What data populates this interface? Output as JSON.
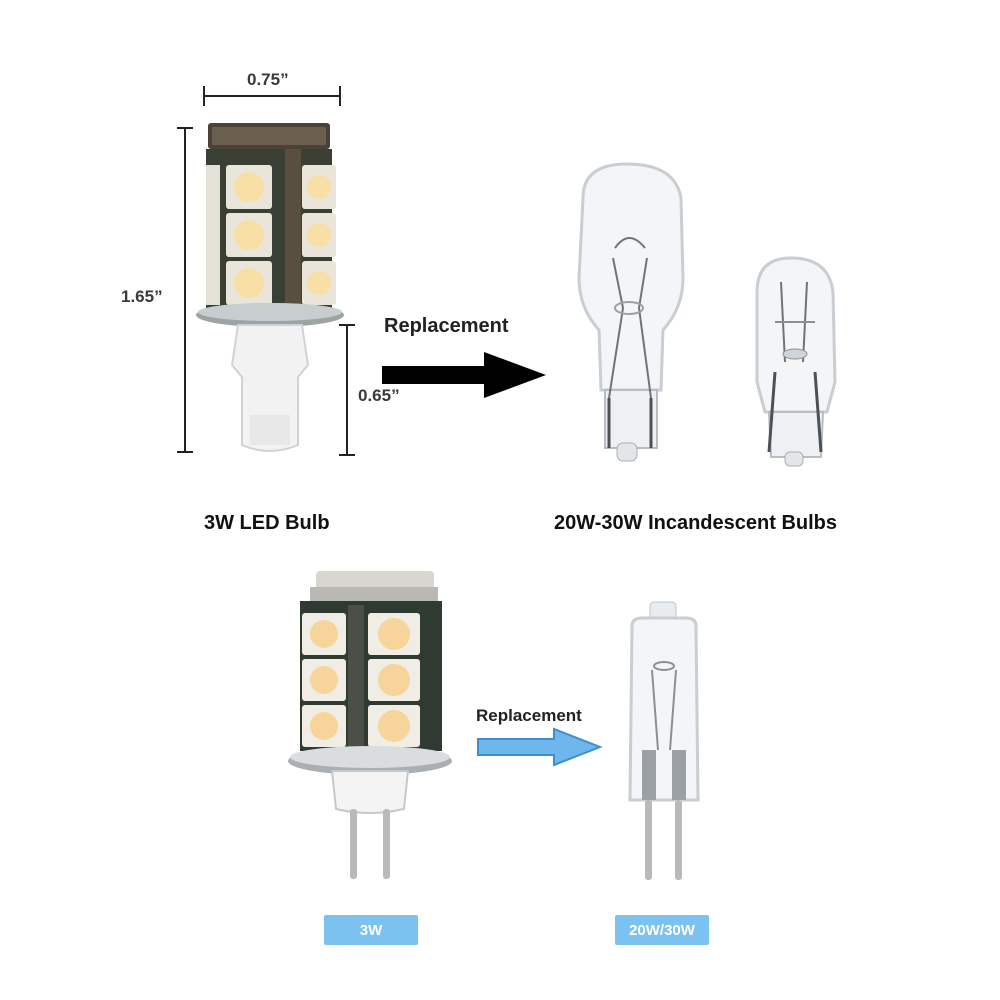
{
  "top": {
    "width_dimension": "0.75”",
    "height_dimension": "1.65”",
    "base_dimension": "0.65”",
    "replacement_label": "Replacement",
    "led_caption": "3W LED Bulb",
    "incandescent_caption": "20W-30W Incandescent Bulbs"
  },
  "bottom": {
    "replacement_label": "Replacement",
    "led_badge": "3W",
    "halogen_badge": "20W/30W"
  },
  "colors": {
    "led_warm": "#f7dfa6",
    "led_cream": "#fbf3d2",
    "pcb": "#2f3a33",
    "arrow_black": "#000000",
    "arrow_blue": "#6fb6ec",
    "badge": "#7cc2f0"
  },
  "icons": [
    "t10-led-bulb",
    "t10-incandescent-bulb",
    "t5-incandescent-bulb",
    "g4-led-bulb",
    "g4-halogen-bulb"
  ]
}
